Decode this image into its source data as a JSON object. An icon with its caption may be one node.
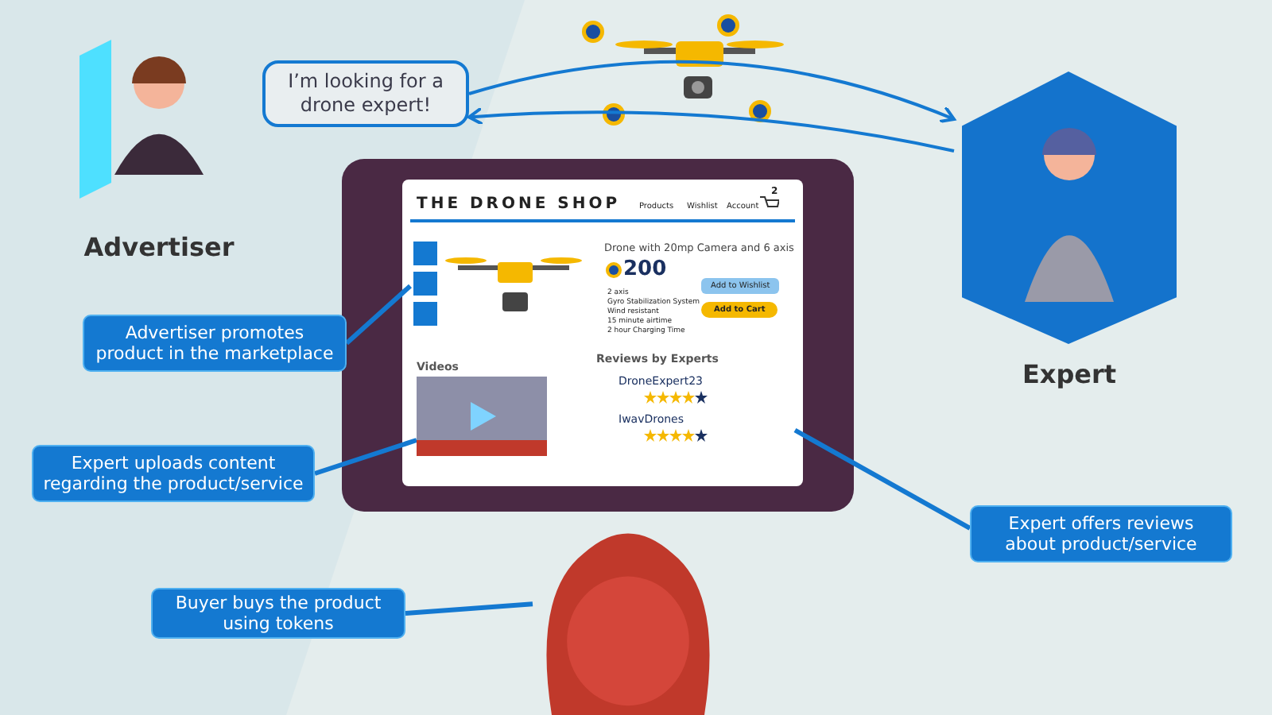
{
  "diagram": {
    "nodes": [
      {
        "text": [
          "Advertiser"
        ]
      },
      {
        "text": [
          "I’m looking for a drone expert!"
        ]
      },
      {
        "text": [
          "Expert"
        ]
      },
      {
        "text": [],
        "shape": "picture"
      },
      {
        "text": [],
        "shape": "picture",
        "beside": [
          "Videos"
        ]
      },
      {
        "text": [
          "Reviews by Experts",
          "DroneExpert23",
          "IwavDrones"
        ]
      },
      {
        "text": [],
        "shape": "person"
      },
      {
        "text": [
          "Advertiser promotes product in the marketplace"
        ]
      },
      {
        "text": [
          "Expert uploads content regarding the product/service"
        ]
      },
      {
        "text": [
          "Buyer buys the product using tokens"
        ]
      },
      {
        "text": [
          "Expert offers reviews about product/service"
        ]
      }
    ],
    "edges": [
      {
        "from": 1,
        "to": 2,
        "arrow": "to"
      },
      {
        "from": 2,
        "to": 1,
        "arrow": "to"
      },
      {
        "from": 7,
        "to": 3,
        "arrow": "none"
      },
      {
        "from": 8,
        "to": 4,
        "arrow": "none"
      },
      {
        "from": 9,
        "to": 6,
        "arrow": "none"
      },
      {
        "from": 10,
        "to": 5,
        "arrow": "none"
      }
    ],
    "labels": [
      "THE DRONE SHOP",
      "Products",
      "Wishlist",
      "Account",
      "2",
      "Drone with 20mp Camera and 6 axis",
      "200",
      "2 axis",
      "Gyro Stabilization System",
      "Wind resistant",
      "15 minute airtime",
      "2 hour Charging Time",
      "Add to Wishlist",
      "Add to Cart"
    ]
  }
}
